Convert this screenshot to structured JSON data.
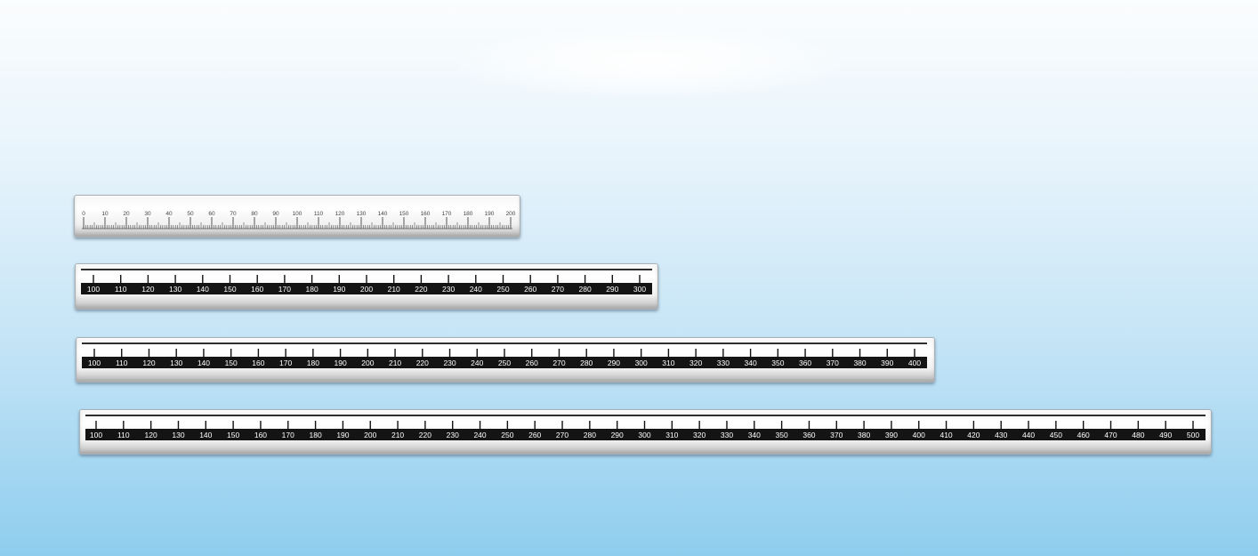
{
  "rulers": [
    {
      "id": "ruler-1",
      "style": "light",
      "min": 0,
      "max": 200,
      "step": 10,
      "minor_per_major": 10,
      "labels": [
        "0",
        "10",
        "20",
        "30",
        "40",
        "50",
        "60",
        "70",
        "80",
        "90",
        "100",
        "110",
        "120",
        "130",
        "140",
        "150",
        "160",
        "170",
        "180",
        "190",
        "200"
      ]
    },
    {
      "id": "ruler-2",
      "style": "dark",
      "min": 100,
      "max": 300,
      "step": 10,
      "labels": [
        "100",
        "110",
        "120",
        "130",
        "140",
        "150",
        "160",
        "170",
        "180",
        "190",
        "200",
        "210",
        "220",
        "230",
        "240",
        "250",
        "260",
        "270",
        "280",
        "290",
        "300"
      ]
    },
    {
      "id": "ruler-3",
      "style": "dark",
      "min": 100,
      "max": 400,
      "step": 10,
      "labels": [
        "100",
        "110",
        "120",
        "130",
        "140",
        "150",
        "160",
        "170",
        "180",
        "190",
        "200",
        "210",
        "220",
        "230",
        "240",
        "250",
        "260",
        "270",
        "280",
        "290",
        "300",
        "310",
        "320",
        "330",
        "340",
        "350",
        "360",
        "370",
        "380",
        "390",
        "400"
      ]
    },
    {
      "id": "ruler-4",
      "style": "dark",
      "min": 100,
      "max": 500,
      "step": 10,
      "labels": [
        "100",
        "110",
        "120",
        "130",
        "140",
        "150",
        "160",
        "170",
        "180",
        "190",
        "200",
        "210",
        "220",
        "230",
        "240",
        "250",
        "260",
        "270",
        "280",
        "290",
        "300",
        "310",
        "320",
        "330",
        "340",
        "350",
        "360",
        "370",
        "380",
        "390",
        "400",
        "410",
        "420",
        "430",
        "440",
        "450",
        "460",
        "470",
        "480",
        "490",
        "500"
      ]
    }
  ],
  "colors": {
    "tick_light": "#555555",
    "label_light": "#444444",
    "tick_dark": "#111111",
    "strip_dark": "#141414",
    "label_dark": "#ffffff"
  }
}
